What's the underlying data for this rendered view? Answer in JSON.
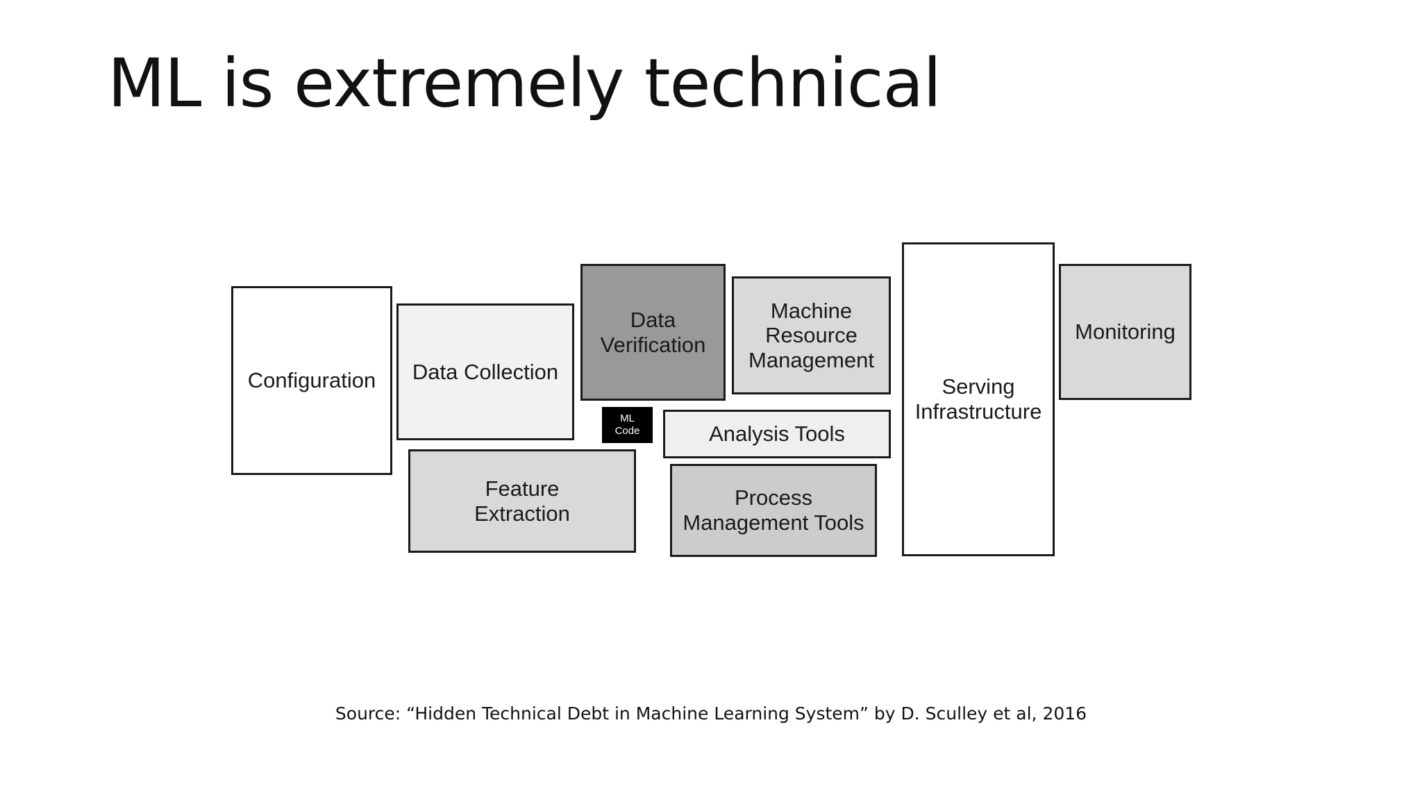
{
  "slide": {
    "title": "ML is extremely technical",
    "source": "Source: “Hidden Technical Debt in Machine Learning System” by D. Sculley et al, 2016"
  },
  "diagram": {
    "boxes": [
      {
        "id": "configuration",
        "label": "Configuration",
        "fill": "#ffffff"
      },
      {
        "id": "data-collection",
        "label": "Data Collection",
        "fill": "#f2f2f2"
      },
      {
        "id": "data-verification",
        "label": "Data\nVerification",
        "fill": "#999999"
      },
      {
        "id": "machine-resource-management",
        "label": "Machine\nResource\nManagement",
        "fill": "#d9d9d9"
      },
      {
        "id": "serving-infrastructure",
        "label": "Serving\nInfrastructure",
        "fill": "#ffffff"
      },
      {
        "id": "monitoring",
        "label": "Monitoring",
        "fill": "#d9d9d9"
      },
      {
        "id": "ml-code",
        "label": "ML\nCode",
        "fill": "#000000"
      },
      {
        "id": "analysis-tools",
        "label": "Analysis Tools",
        "fill": "#efefef"
      },
      {
        "id": "feature-extraction",
        "label": "Feature\nExtraction",
        "fill": "#d9d9d9"
      },
      {
        "id": "process-management-tools",
        "label": "Process\nManagement Tools",
        "fill": "#cccccc"
      }
    ]
  }
}
